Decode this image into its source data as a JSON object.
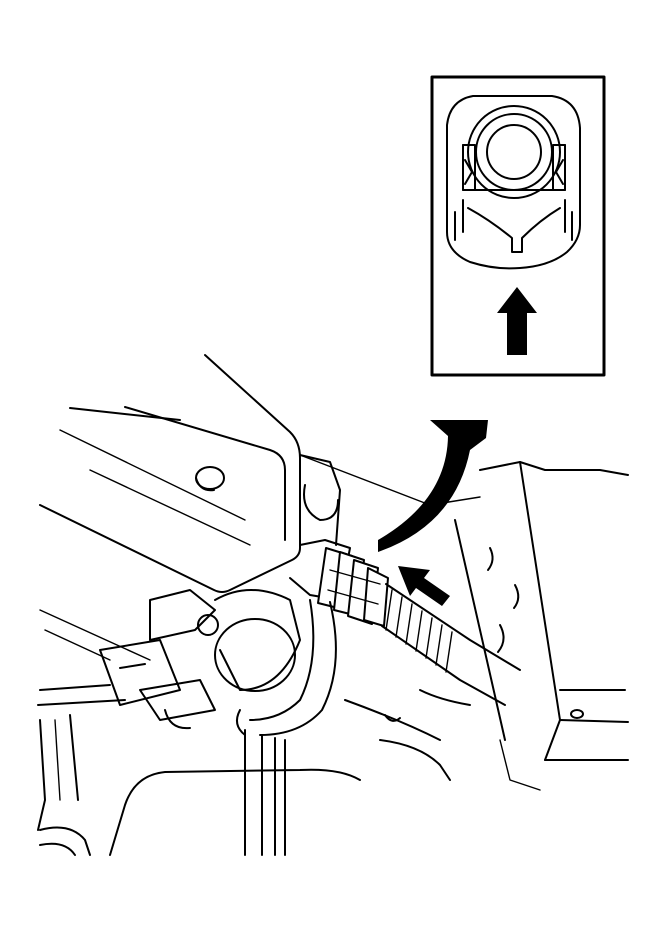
{
  "figure": {
    "kind": "service-procedure-illustration",
    "main_view_subject": "underbody-fuel-line-connector",
    "inset_view_subject": "connector-end-view",
    "arrows": [
      {
        "name": "direction-arrow-push",
        "meaning": "pointing-at-connector"
      },
      {
        "name": "direction-arrow-curved",
        "meaning": "refers-to-inset-view"
      },
      {
        "name": "direction-arrow-up",
        "meaning": "release-direction"
      }
    ],
    "line_color": "#000000",
    "background_color": "#ffffff"
  }
}
